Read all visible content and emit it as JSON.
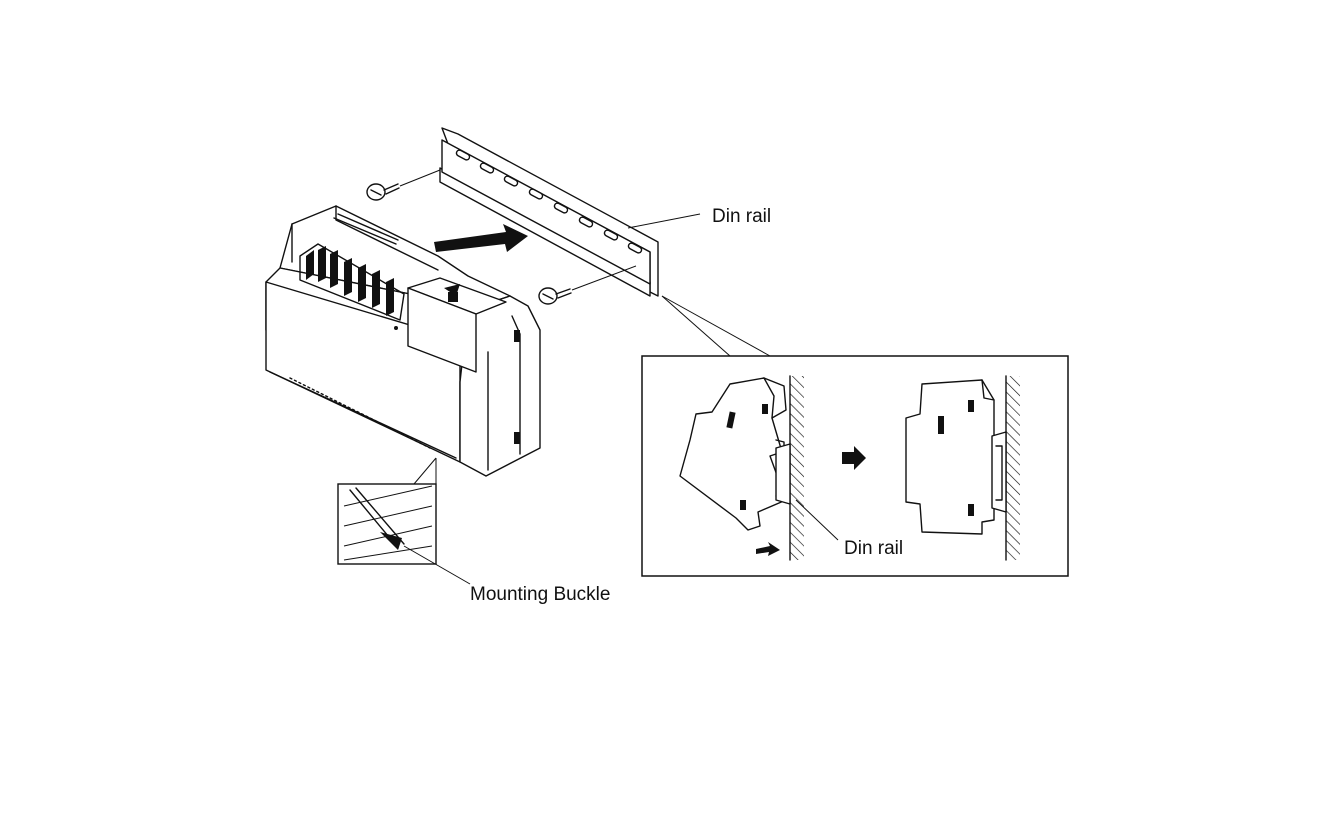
{
  "labels": {
    "din_rail_main": "Din rail",
    "din_rail_detail": "Din rail",
    "mounting_buckle": "Mounting Buckle"
  }
}
